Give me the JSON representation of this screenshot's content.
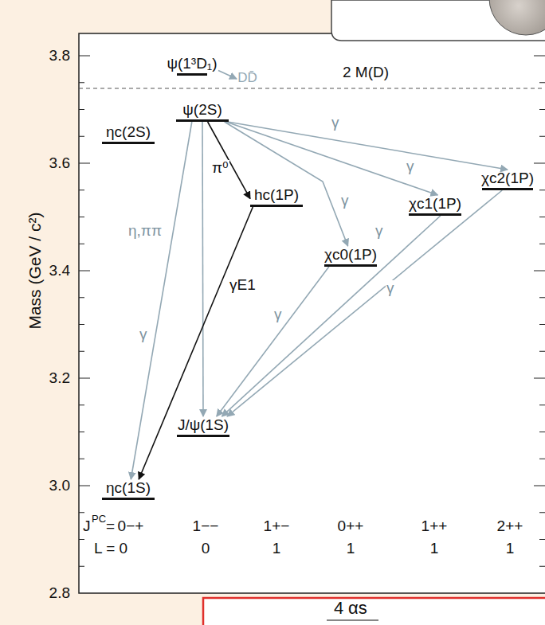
{
  "diagram": {
    "nodes": [
      {
        "text": [
          "ψ(1³D₁)"
        ]
      },
      {
        "text": [
          "DD̄"
        ]
      },
      {
        "text": [
          "ψ(2S)"
        ]
      },
      {
        "text": [
          "ηc(2S)"
        ]
      },
      {
        "text": [
          "hc(1P)"
        ]
      },
      {
        "text": [
          "χc0(1P)"
        ]
      },
      {
        "text": [
          "χc1(1P)"
        ]
      },
      {
        "text": [
          "χc2(1P)"
        ]
      },
      {
        "text": [
          "J/ψ(1S)"
        ]
      },
      {
        "text": [
          "ηc(1S)"
        ]
      }
    ],
    "edges": [
      {
        "from": 0,
        "to": 1,
        "arrow": "to"
      },
      {
        "from": 2,
        "to": 7,
        "label": "γ",
        "arrow": "to"
      },
      {
        "from": 2,
        "to": 6,
        "label": "γ",
        "arrow": "to"
      },
      {
        "from": 2,
        "to": 5,
        "label": "γ",
        "arrow": "to"
      },
      {
        "from": 2,
        "to": 4,
        "label": "π⁰",
        "arrow": "to"
      },
      {
        "from": 2,
        "to": 8,
        "label": "η,ππ",
        "arrow": "to"
      },
      {
        "from": 2,
        "to": 9,
        "label": "γ",
        "arrow": "to"
      },
      {
        "from": 4,
        "to": 9,
        "label": "γE1",
        "arrow": "to"
      },
      {
        "from": 5,
        "to": 8,
        "label": "γ",
        "arrow": "to"
      },
      {
        "from": 6,
        "to": 8,
        "label": "γ",
        "arrow": "to"
      },
      {
        "from": 7,
        "to": 8,
        "label": "γ",
        "arrow": "to"
      }
    ],
    "labels": [
      "2 M(D)",
      "3.8",
      "3.6",
      "3.4",
      "3.2",
      "3.0",
      "2.8",
      "Mass (GeV / c²)",
      "J",
      "PC",
      "=",
      "0−+",
      "1−−",
      "1+−",
      "0++",
      "1++",
      "2++",
      "L = 0",
      "0",
      "1",
      "1",
      "1",
      "1",
      "4",
      "αs"
    ]
  }
}
